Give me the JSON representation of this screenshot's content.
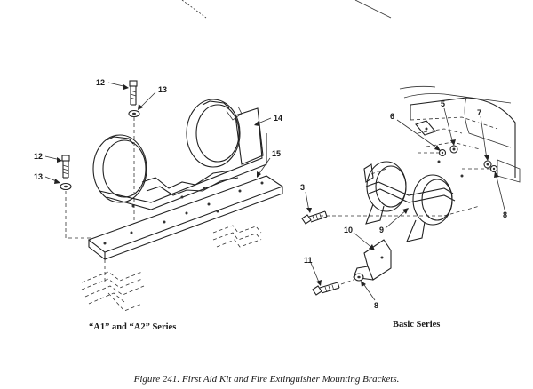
{
  "callouts": {
    "c12a": "12",
    "c13a": "13",
    "c14": "14",
    "c12b": "12",
    "c13b": "13",
    "c15": "15",
    "c6": "6",
    "c5": "5",
    "c7": "7",
    "c3": "3",
    "c8a": "8",
    "c10": "10",
    "c9": "9",
    "c11": "11",
    "c8b": "8"
  },
  "series_left": "“A1” and “A2” Series",
  "series_right": "Basic Series",
  "caption": "Figure 241.  First Aid Kit and Fire Extinguisher Mounting Brackets."
}
